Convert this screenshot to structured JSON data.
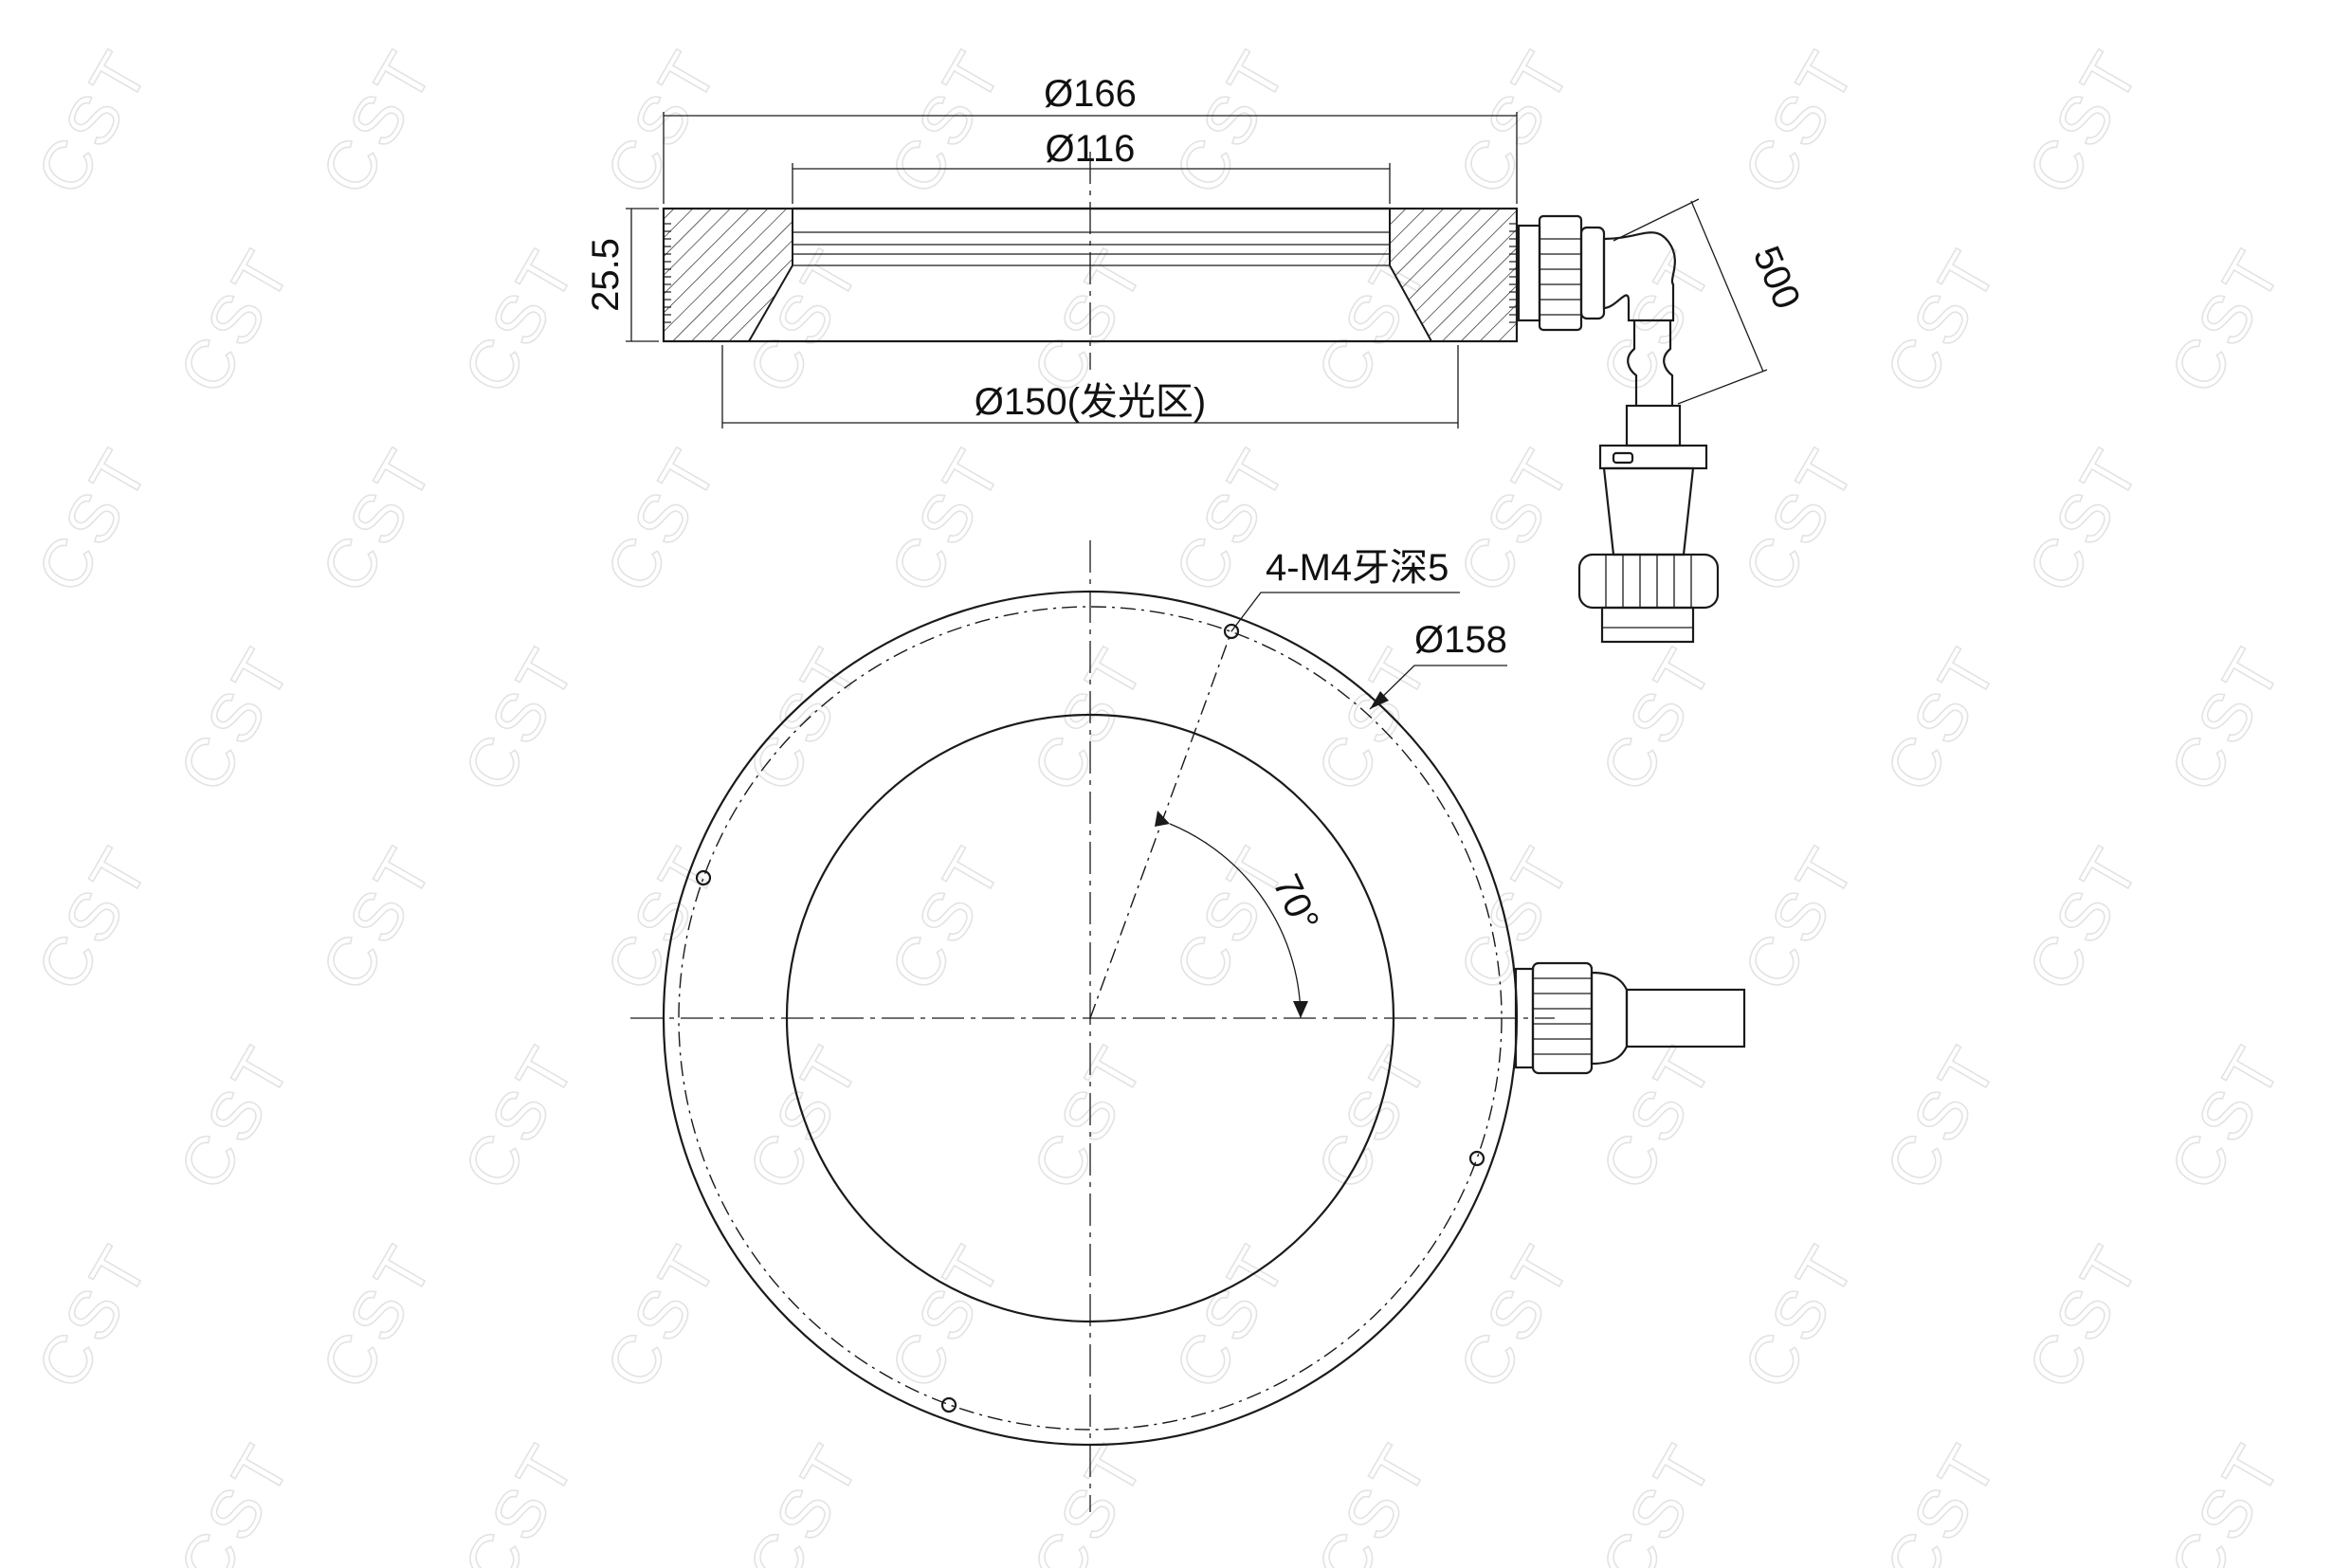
{
  "watermark": {
    "text": "CST"
  },
  "side_view": {
    "outer_diameter": "Ø166",
    "inner_diameter": "Ø116",
    "height": "25.5",
    "emitting_area": "Ø150(发光区)",
    "cable_length": "500"
  },
  "front_view": {
    "mount_holes": "4-M4牙深5",
    "hole_circle_diameter": "Ø158",
    "hole_angle": "70°"
  },
  "colors": {
    "line": "#1a1a1a",
    "background": "#ffffff",
    "watermark": "#e3e3e3"
  }
}
